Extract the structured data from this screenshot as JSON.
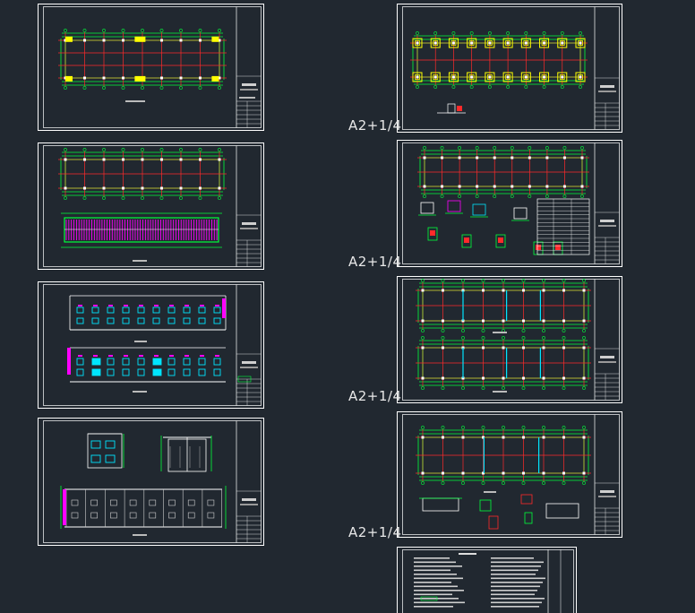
{
  "scale_label": "A2+1/4",
  "colors": {
    "background": "#212830",
    "frame": "#ffffff",
    "grid_line": "#ff2a2a",
    "dimension": "#00ff3c",
    "column": "#ffff00",
    "roof_purlin": "#ff00ff",
    "window": "#00e5ff"
  },
  "sheets": [
    {
      "name": "sheet-left-1",
      "content": "plan-yellow-columns",
      "scale_label": ""
    },
    {
      "name": "sheet-left-2",
      "content": "plan-and-roof",
      "scale_label": ""
    },
    {
      "name": "sheet-left-3",
      "content": "elevations",
      "scale_label": ""
    },
    {
      "name": "sheet-left-4",
      "content": "sections-and-elevation",
      "scale_label": ""
    },
    {
      "name": "sheet-right-1",
      "content": "foundation-plan",
      "scale_label": "A2+1/4"
    },
    {
      "name": "sheet-right-2",
      "content": "plan-with-details",
      "scale_label": "A2+1/4"
    },
    {
      "name": "sheet-right-3",
      "content": "two-plans",
      "scale_label": "A2+1/4"
    },
    {
      "name": "sheet-right-4",
      "content": "plan-with-sections",
      "scale_label": "A2+1/4"
    },
    {
      "name": "sheet-right-5",
      "content": "notes",
      "scale_label": ""
    }
  ]
}
